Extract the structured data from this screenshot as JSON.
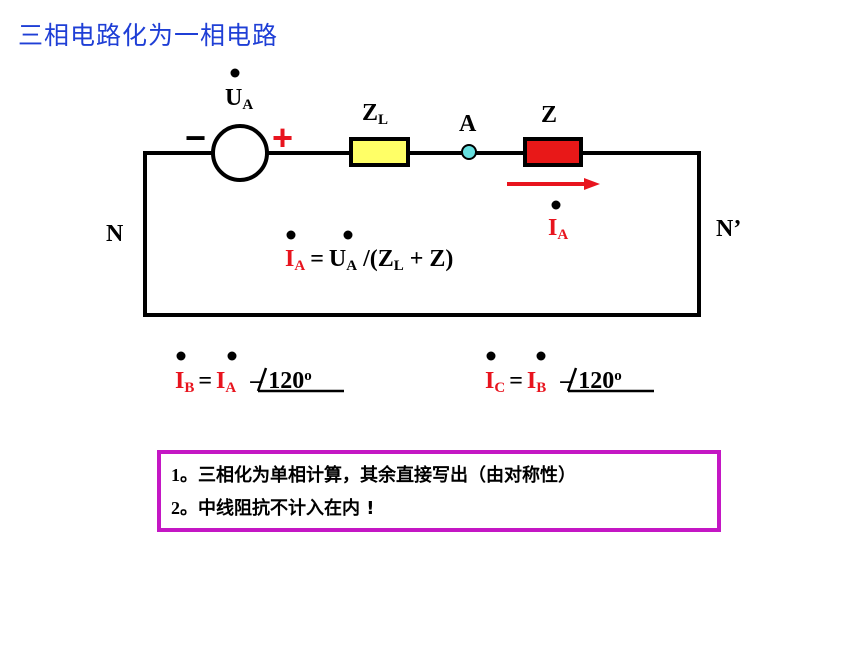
{
  "title": "三相电路化为一相电路",
  "labels": {
    "source_u": "U",
    "source_sub": "A",
    "zl": "Z",
    "zl_sub": "L",
    "node_a": "A",
    "z": "Z",
    "node_n": "N",
    "node_n_prime": "N’",
    "current_i": "I",
    "current_sub": "A",
    "minus": "−",
    "plus": "+"
  },
  "formulas": {
    "main": {
      "i": "I",
      "i_sub": "A",
      "eq": "=",
      "u": "U",
      "u_sub": "A",
      "rest1": "/(Z",
      "zl_sub": "L",
      "rest2": "+ Z)"
    },
    "ib": {
      "lhs": "I",
      "lhs_sub": "B",
      "eq": "=",
      "rhs": "I",
      "rhs_sub": "A",
      "angle": "– 120",
      "deg": "o"
    },
    "ic": {
      "lhs": "I",
      "lhs_sub": "C",
      "eq": "=",
      "rhs": "I",
      "rhs_sub": "B",
      "angle": "– 120",
      "deg": "o"
    }
  },
  "notes": [
    {
      "num": "1",
      "text": "。三相化为单相计算，其余直接写出（由对称性）"
    },
    {
      "num": "2",
      "text": "。中线阻抗不计入在内 !"
    }
  ],
  "colors": {
    "title": "#1f3fd6",
    "red": "#e8141e",
    "zl_fill": "#ffff66",
    "z_fill": "#e81818",
    "node_fill": "#66e0e0",
    "box_border": "#c417c4"
  }
}
